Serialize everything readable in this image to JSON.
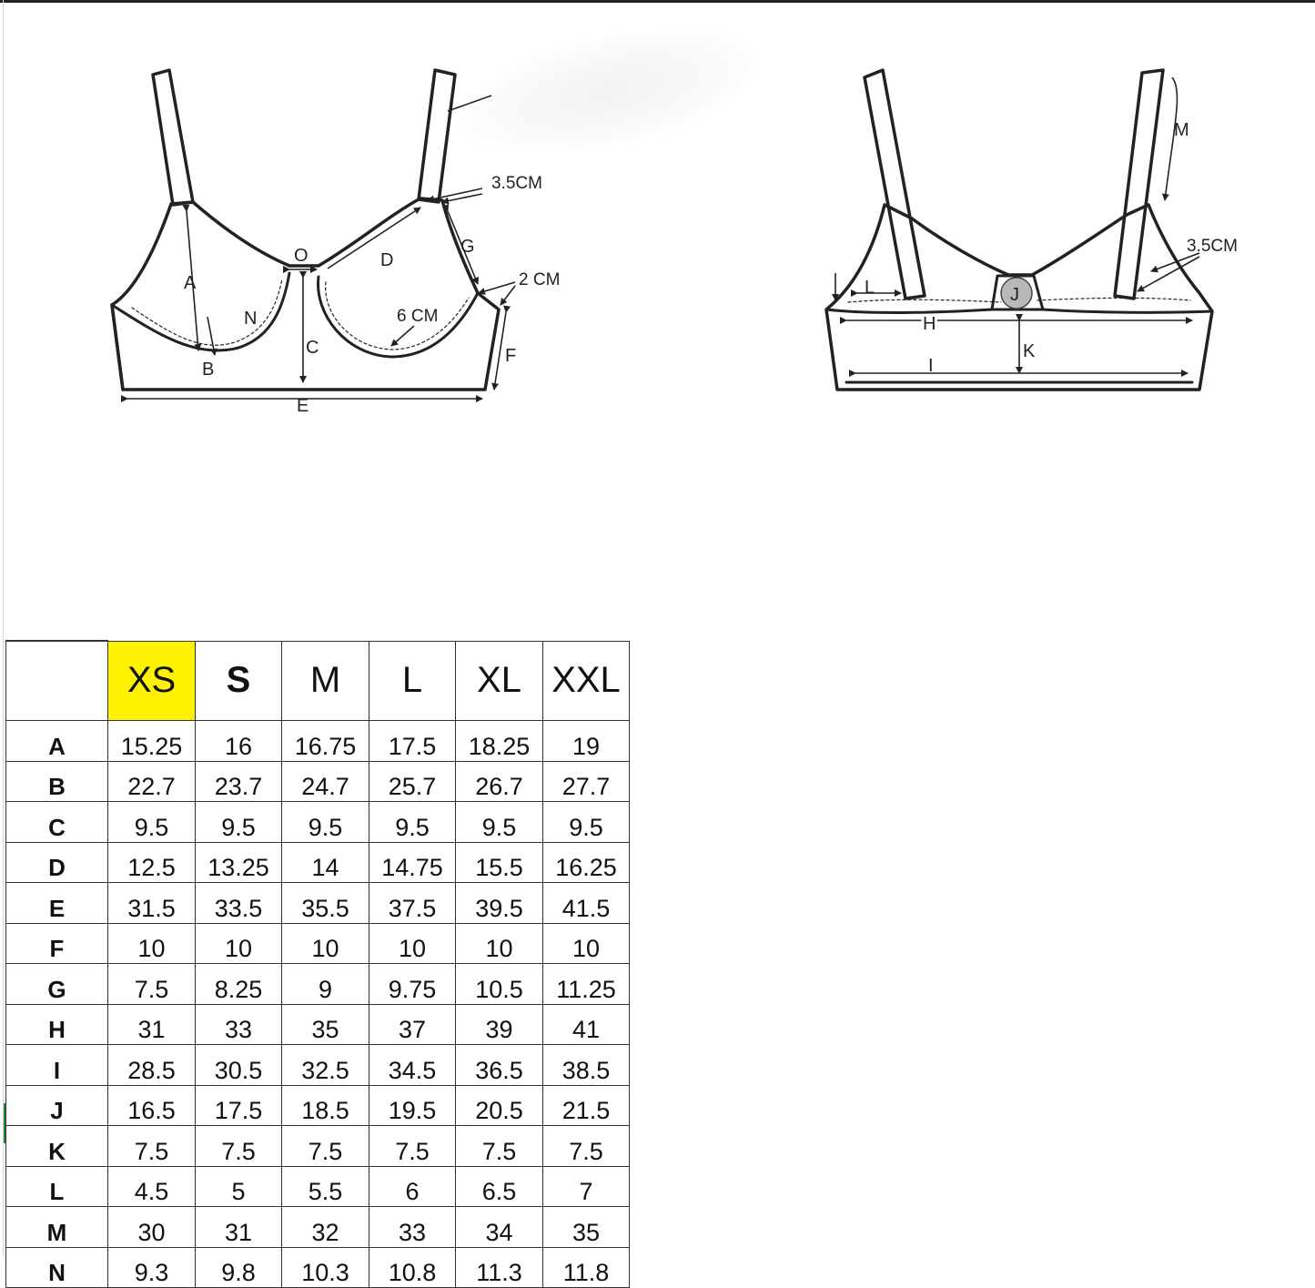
{
  "front_labels": {
    "a": "A",
    "b": "B",
    "c": "C",
    "d": "D",
    "e": "E",
    "f": "F",
    "g": "G",
    "n": "N",
    "o": "O",
    "strap": "3.5CM",
    "side": "2 CM",
    "wire": "6 CM"
  },
  "back_labels": {
    "h": "H",
    "i": "I",
    "j": "J",
    "k": "K",
    "l": "L",
    "m": "M",
    "strap": "3.5CM"
  },
  "table": {
    "headers": [
      "",
      "XS",
      "S",
      "M",
      "L",
      "XL",
      "XXL"
    ],
    "highlight_color": "#fff200",
    "rows": [
      {
        "label": "A",
        "values": [
          "15.25",
          "16",
          "16.75",
          "17.5",
          "18.25",
          "19"
        ]
      },
      {
        "label": "B",
        "values": [
          "22.7",
          "23.7",
          "24.7",
          "25.7",
          "26.7",
          "27.7"
        ]
      },
      {
        "label": "C",
        "values": [
          "9.5",
          "9.5",
          "9.5",
          "9.5",
          "9.5",
          "9.5"
        ]
      },
      {
        "label": "D",
        "values": [
          "12.5",
          "13.25",
          "14",
          "14.75",
          "15.5",
          "16.25"
        ]
      },
      {
        "label": "E",
        "values": [
          "31.5",
          "33.5",
          "35.5",
          "37.5",
          "39.5",
          "41.5"
        ]
      },
      {
        "label": "F",
        "values": [
          "10",
          "10",
          "10",
          "10",
          "10",
          "10"
        ]
      },
      {
        "label": "G",
        "values": [
          "7.5",
          "8.25",
          "9",
          "9.75",
          "10.5",
          "11.25"
        ]
      },
      {
        "label": "H",
        "values": [
          "31",
          "33",
          "35",
          "37",
          "39",
          "41"
        ]
      },
      {
        "label": "I",
        "values": [
          "28.5",
          "30.5",
          "32.5",
          "34.5",
          "36.5",
          "38.5"
        ]
      },
      {
        "label": "J",
        "values": [
          "16.5",
          "17.5",
          "18.5",
          "19.5",
          "20.5",
          "21.5"
        ]
      },
      {
        "label": "K",
        "values": [
          "7.5",
          "7.5",
          "7.5",
          "7.5",
          "7.5",
          "7.5"
        ]
      },
      {
        "label": "L",
        "values": [
          "4.5",
          "5",
          "5.5",
          "6",
          "6.5",
          "7"
        ]
      },
      {
        "label": "M",
        "values": [
          "30",
          "31",
          "32",
          "33",
          "34",
          "35"
        ]
      },
      {
        "label": "N",
        "values": [
          "9.3",
          "9.8",
          "10.3",
          "10.8",
          "11.3",
          "11.8"
        ]
      }
    ]
  }
}
